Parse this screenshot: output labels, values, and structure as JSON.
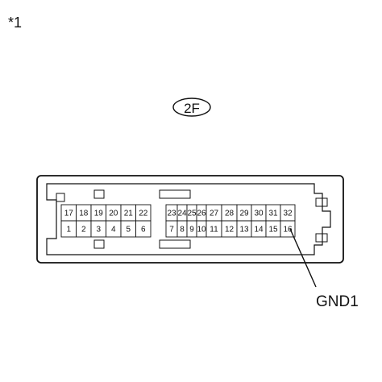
{
  "ref_mark": "*1",
  "connector_code": "2F",
  "ground_label": "GND1",
  "left_block": {
    "top_row": [
      "17",
      "18",
      "19",
      "20",
      "21",
      "22"
    ],
    "bottom_row": [
      "1",
      "2",
      "3",
      "4",
      "5",
      "6"
    ]
  },
  "right_block": {
    "top_row": [
      "23",
      "24",
      "25",
      "26",
      "27",
      "28",
      "29",
      "30",
      "31",
      "32"
    ],
    "bottom_row": [
      "7",
      "8",
      "9",
      "10",
      "11",
      "12",
      "13",
      "14",
      "15",
      "16"
    ]
  }
}
